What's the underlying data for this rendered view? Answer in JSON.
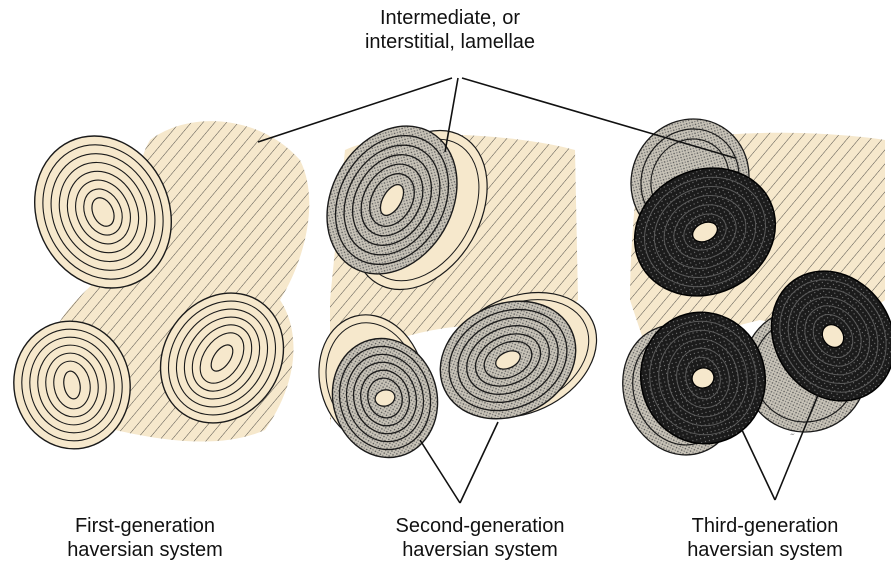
{
  "labels": {
    "top_line1": "Intermediate, or",
    "top_line2": "interstitial, lamellae",
    "first_line1": "First-generation",
    "first_line2": "haversian system",
    "second_line1": "Second-generation",
    "second_line2": "haversian system",
    "third_line1": "Third-generation",
    "third_line2": "haversian system"
  },
  "colors": {
    "bone_fill": "#f6e8cc",
    "outline": "#1a1a1a",
    "stipple_light": "#a9a59c",
    "stipple_dark": "#141414",
    "background": "#ffffff"
  }
}
